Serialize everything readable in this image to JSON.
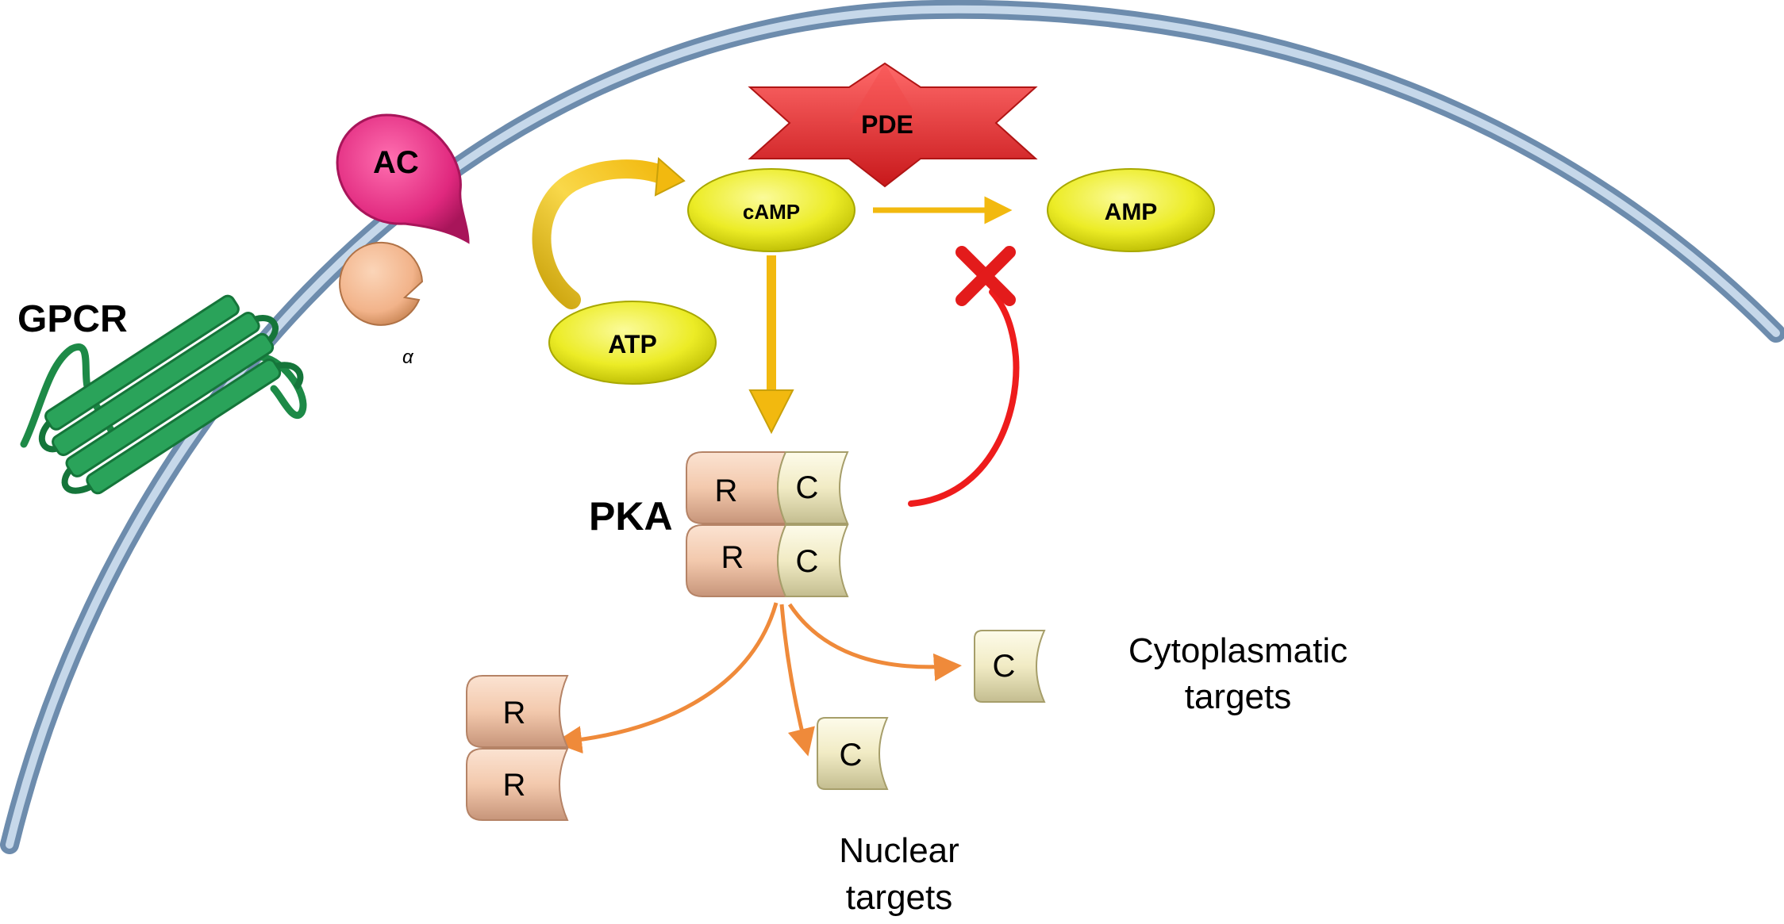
{
  "labels": {
    "gpcr": "GPCR",
    "ac": "AC",
    "alpha": "α",
    "pde": "PDE",
    "camp": "cAMP",
    "amp": "AMP",
    "atp": "ATP",
    "pka": "PKA",
    "regulatory": "R",
    "catalytic": "C",
    "cytoplasmatic_targets": [
      "Cytoplasmatic",
      "targets"
    ],
    "nuclear_targets": [
      "Nuclear",
      "targets"
    ]
  },
  "colors": {
    "membrane": "#9fbbd6",
    "gpcr": "#2aa35a",
    "ac": "#e0287e",
    "alpha": "#f2b38a",
    "pde": "#e8282b",
    "metabolite": "#ecec26",
    "arrow_yellow": "#f2b90f",
    "arrow_red": "#ee1c1c",
    "arrow_orange": "#ef8a3a",
    "subunit_r": "#f3c9ad",
    "subunit_c": "#f4efcd"
  },
  "icons": {
    "inhibition": "x-cross-icon",
    "pde_shape": "six-point-star-icon"
  }
}
